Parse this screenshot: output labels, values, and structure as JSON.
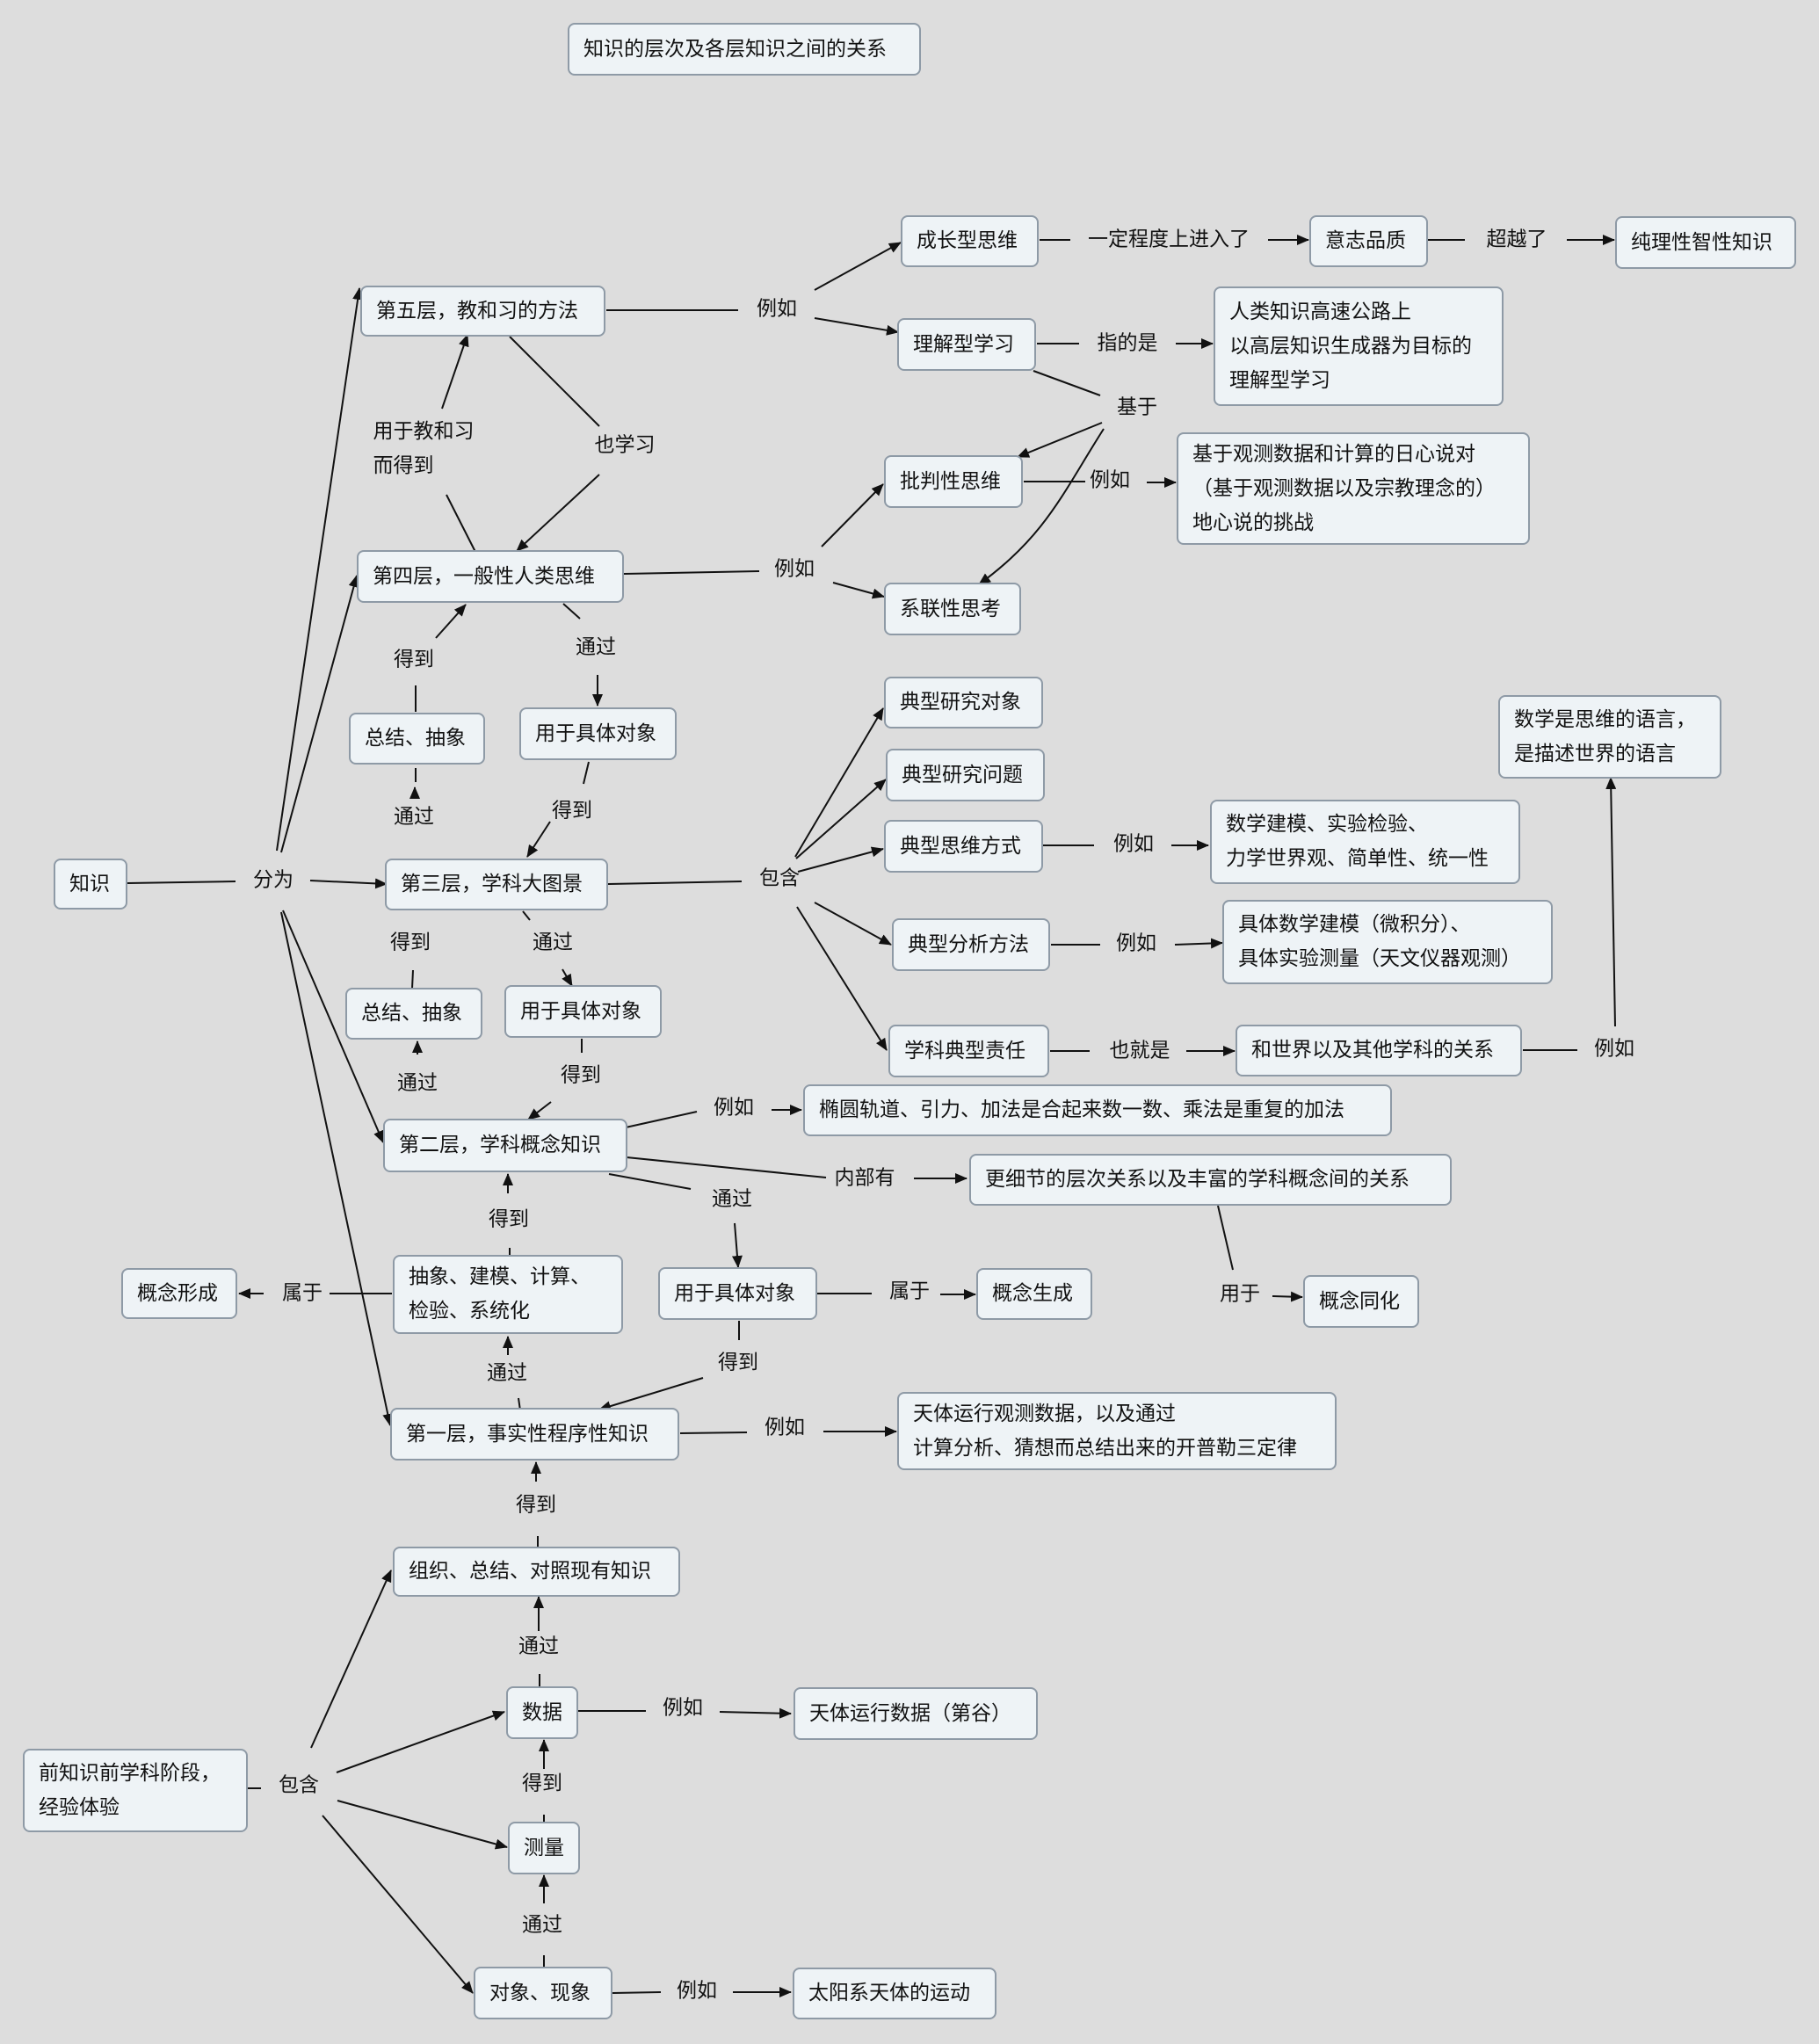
{
  "title": "知识的层次及各层知识之间的关系",
  "nodes": {
    "knowledge": "知识",
    "l5": "第五层，教和习的方法",
    "l4": "第四层，一般性人类思维",
    "l3": "第三层，学科大图景",
    "l2": "第二层，学科概念知识",
    "l1": "第一层，事实性程序性知识",
    "sum4": "总结、抽象",
    "use4": "用于具体对象",
    "sum3": "总结、抽象",
    "use3": "用于具体对象",
    "abstract2": "抽象、建模、计算、\n检验、系统化",
    "use2": "用于具体对象",
    "concept_form": "概念形成",
    "concept_gen": "概念生成",
    "concept_assim": "概念同化",
    "growth": "成长型思维",
    "will": "意志品质",
    "pure": "纯理性智性知识",
    "understand": "理解型学习",
    "highway": "人类知识高速公路上\n以高层知识生成器为目标的\n理解型学习",
    "critical": "批判性思维",
    "systemic": "系联性思考",
    "helio": "基于观测数据和计算的日心说对\n（基于观测数据以及宗教理念的）\n地心说的挑战",
    "obj": "典型研究对象",
    "prob": "典型研究问题",
    "think": "典型思维方式",
    "think_ex": "数学建模、实验检验、\n力学世界观、简单性、统一性",
    "anal": "典型分析方法",
    "anal_ex": "具体数学建模（微积分）、\n具体实验测量（天文仪器观测）",
    "resp": "学科典型责任",
    "relation": "和世界以及其他学科的关系",
    "math": "数学是思维的语言，\n是描述世界的语言",
    "ellipse": "椭圆轨道、引力、加法是合起来数一数、乘法是重复的加法",
    "detail": "更细节的层次关系以及丰富的学科概念间的关系",
    "kepler": "天体运行观测数据，以及通过\n计算分析、猜想而总结出来的开普勒三定律",
    "organize": "组织、总结、对照现有知识",
    "data": "数据",
    "data_ex": "天体运行数据（第谷）",
    "pre": "前知识前学科阶段，\n经验体验",
    "measure": "测量",
    "object": "对象、现象",
    "object_ex": "太阳系天体的运动"
  },
  "labels": {
    "divide": "分为",
    "l5_eg": "例如",
    "to_will": "一定程度上进入了",
    "beyond": "超越了",
    "means": "指的是",
    "based": "基于",
    "also_learn": "也学习",
    "used_for": "用于教和习\n而得到",
    "l4_eg": "例如",
    "crit_eg": "例如",
    "get4": "得到",
    "via4": "通过",
    "via_sum4": "通过",
    "get_use4": "得到",
    "include3": "包含",
    "think_eg": "例如",
    "anal_eg": "例如",
    "that_is": "也就是",
    "rel_eg": "例如",
    "get3": "得到",
    "via3": "通过",
    "via_sum3": "通过",
    "get_use3": "得到",
    "l2_eg": "例如",
    "inner": "内部有",
    "use_for": "用于",
    "via2": "通过",
    "get2": "得到",
    "belong_form": "属于",
    "belong_gen": "属于",
    "via_abs": "通过",
    "get_use2": "得到",
    "l1_eg": "例如",
    "get1": "得到",
    "via_org": "通过",
    "include_pre": "包含",
    "data_eg": "例如",
    "get_data": "得到",
    "via_obj": "通过",
    "obj_eg": "例如"
  }
}
